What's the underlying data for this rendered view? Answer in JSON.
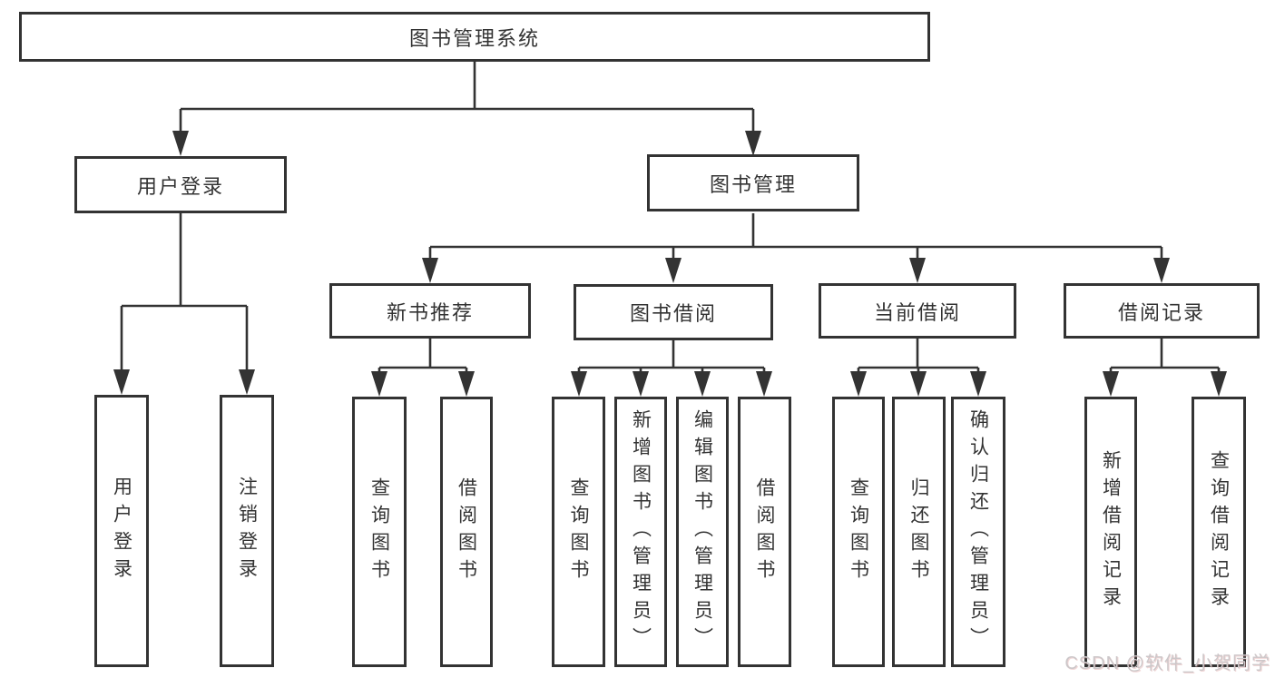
{
  "diagram_title": "图书管理系统",
  "tree": {
    "label": "图书管理系统",
    "children": [
      {
        "label": "用户登录",
        "children": [
          {
            "label": "用户登录"
          },
          {
            "label": "注销登录"
          }
        ]
      },
      {
        "label": "图书管理",
        "children": [
          {
            "label": "新书推荐",
            "children": [
              {
                "label": "查询图书"
              },
              {
                "label": "借阅图书"
              }
            ]
          },
          {
            "label": "图书借阅",
            "children": [
              {
                "label": "查询图书"
              },
              {
                "label": "新增图书（管理员）"
              },
              {
                "label": "编辑图书（管理员）"
              },
              {
                "label": "借阅图书"
              }
            ]
          },
          {
            "label": "当前借阅",
            "children": [
              {
                "label": "查询图书"
              },
              {
                "label": "归还图书"
              },
              {
                "label": "确认归还（管理员）"
              }
            ]
          },
          {
            "label": "借阅记录",
            "children": [
              {
                "label": "新增借阅记录"
              },
              {
                "label": "查询借阅记录"
              }
            ]
          }
        ]
      }
    ]
  },
  "watermark": {
    "text": "CSDN @软件_小贺同学"
  },
  "colors": {
    "line": "#333333",
    "box_border": "#333333",
    "text": "#333333",
    "background": "#ffffff",
    "watermark": "#ccc7c9"
  }
}
